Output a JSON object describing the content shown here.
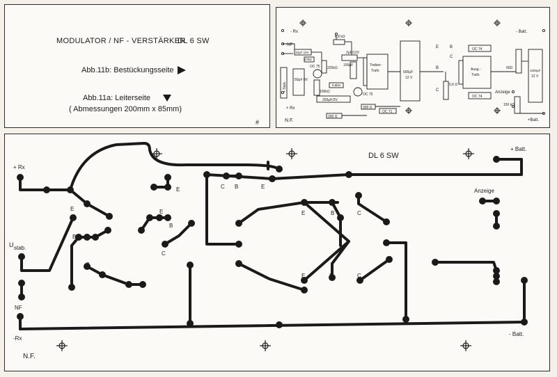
{
  "header": {
    "title": "MODULATOR / NF - VERSTÄRKER",
    "model": "DL 6 SW",
    "fig_b": "Abb.11b: Bestückungsseite",
    "fig_a": "Abb.11a: Leiterseite",
    "dims": "( Abmessungen 200mm x 85mm)",
    "mark": "#"
  },
  "schematic": {
    "labels": {
      "rx_minus": "- Rx",
      "nf": "NF",
      "rx_plus": "+ Rx",
      "ustab": "+ Stab.",
      "batt_minus": "- Batt.",
      "batt_plus": "+Batt.",
      "anzeige": "Anzeige",
      "nf_corner": "N.F."
    },
    "components": {
      "c_10": "10μF 10V",
      "r_47": "47kΩ",
      "r_68": "6,8 kΩ",
      "c_2uf": "2μF/12V",
      "r_220": "220kΩ",
      "oc75a": "OC 75",
      "c_50": "50μF 6V",
      "c_100p": "100μF",
      "treiber": "Treiber-",
      "trafo": "Trafo",
      "c_500": "500μF",
      "v12": "12 V",
      "oc74a": "OC 74",
      "ausg": "Ausg.-",
      "trafo2": "Trafo",
      "oc74b": "OC 74",
      "r_56k": "5,6kΩ",
      "r_100k": "100kΩ",
      "oc75b": "OC 75",
      "c_250": "250μF/3V",
      "r_300": "300 Ω",
      "r_200": "200 Ω",
      "oc71": "OC 71",
      "r_56": "5,6 Ω",
      "r_60": "60Ω",
      "c_1000": "1000μF",
      "v12b": "12 V",
      "r_150": "150 kΩ"
    },
    "pins": {
      "e1": "E",
      "b1": "B",
      "c1": "C",
      "b2": "B",
      "c2": "C"
    }
  },
  "pcb": {
    "model": "DL 6 SW",
    "rx_plus": "+ Rx",
    "rx_minus": "-Rx",
    "u": "U",
    "stab": "stab.",
    "nf": "NF",
    "batt_plus": "+ Batt.",
    "batt_minus": "- Batt.",
    "anzeige": "Anzeige",
    "nf_corner": "N.F.",
    "pins": {
      "e1": "E",
      "b1": "B",
      "c1": "C",
      "e2": "E",
      "b2": "B",
      "c2": "C",
      "c3": "C",
      "b3": "B",
      "e3": "E",
      "e4": "E",
      "b4": "B",
      "c4": "C",
      "e5": "E",
      "b5": "B",
      "c5": "C"
    }
  },
  "colors": {
    "copper": "#1a1a1a",
    "paper": "#fbfaf6",
    "ink": "#2a2a2a"
  }
}
